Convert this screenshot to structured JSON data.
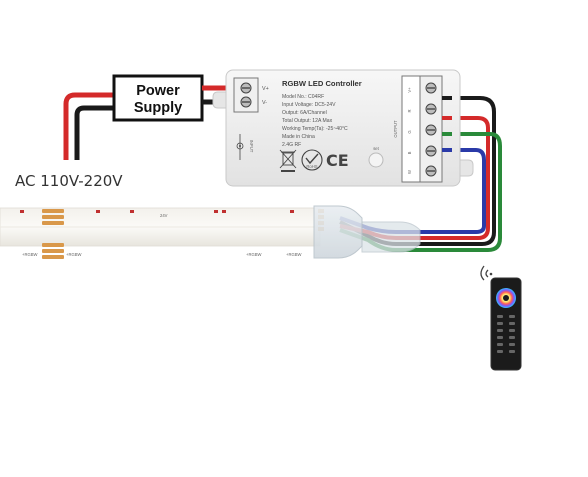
{
  "ac_label": "AC 110V-220V",
  "power_supply": {
    "line1": "Power",
    "line2": "Supply",
    "pin_plus": "V+",
    "pin_minus": "V-"
  },
  "controller": {
    "title": "RGBW LED Controller",
    "specs": [
      "Model No.: C04RF",
      "Input Voltage: DC5-24V",
      "Output: 6A/Channel",
      "Total Output: 12A Max",
      "Working Temp(Ta): -25~40°C",
      "Made in China",
      "2.4G RF"
    ],
    "input_label": "INPUT",
    "output_label": "OUTPUT",
    "output_pins": [
      "V+",
      "R",
      "G",
      "B",
      "W"
    ],
    "set_label": "set",
    "ce_mark": "CE",
    "rohs_mark": "RoHS"
  },
  "strip_markings": [
    "24V",
    "+RGBW",
    "+RGBW",
    "+RGBW",
    "+RGBW"
  ],
  "colors": {
    "red_wire": "#d42a2a",
    "black_wire": "#1a1a1a",
    "green_wire": "#2a8a3a",
    "blue_wire": "#2a3aa8",
    "copper_pad": "#d9984a"
  }
}
